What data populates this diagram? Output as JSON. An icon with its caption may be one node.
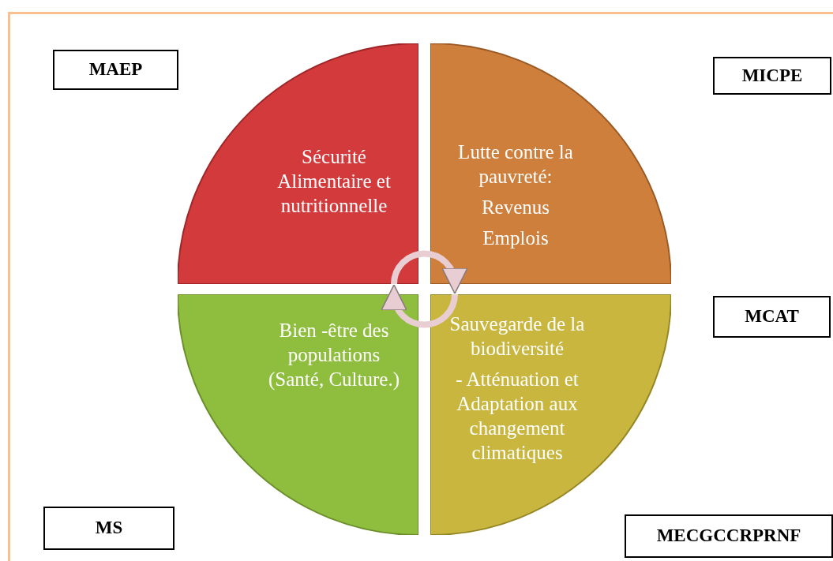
{
  "diagram": {
    "nodes": [
      {
        "text": [
          "Sécurité Alimentaire et nutritionnelle"
        ]
      },
      {
        "text": [
          "Lutte contre la pauvreté:",
          "Revenus",
          "Emplois"
        ]
      },
      {
        "text": [
          "Bien -être des populations (Santé, Culture.)"
        ]
      },
      {
        "text": [
          "Sauvegarde de la biodiversité",
          "- Atténuation et Adaptation aux changement climatiques"
        ]
      },
      {
        "text": [
          "MAEP"
        ]
      },
      {
        "text": [
          "MICPE"
        ]
      },
      {
        "text": [
          "MCAT"
        ]
      },
      {
        "text": [
          "MS"
        ]
      },
      {
        "text": [
          "MECGCCRPRNF"
        ]
      }
    ],
    "edges": [
      {
        "from": 0,
        "to": 1,
        "arrow": "to"
      },
      {
        "from": 3,
        "to": 2,
        "arrow": "to"
      }
    ]
  }
}
